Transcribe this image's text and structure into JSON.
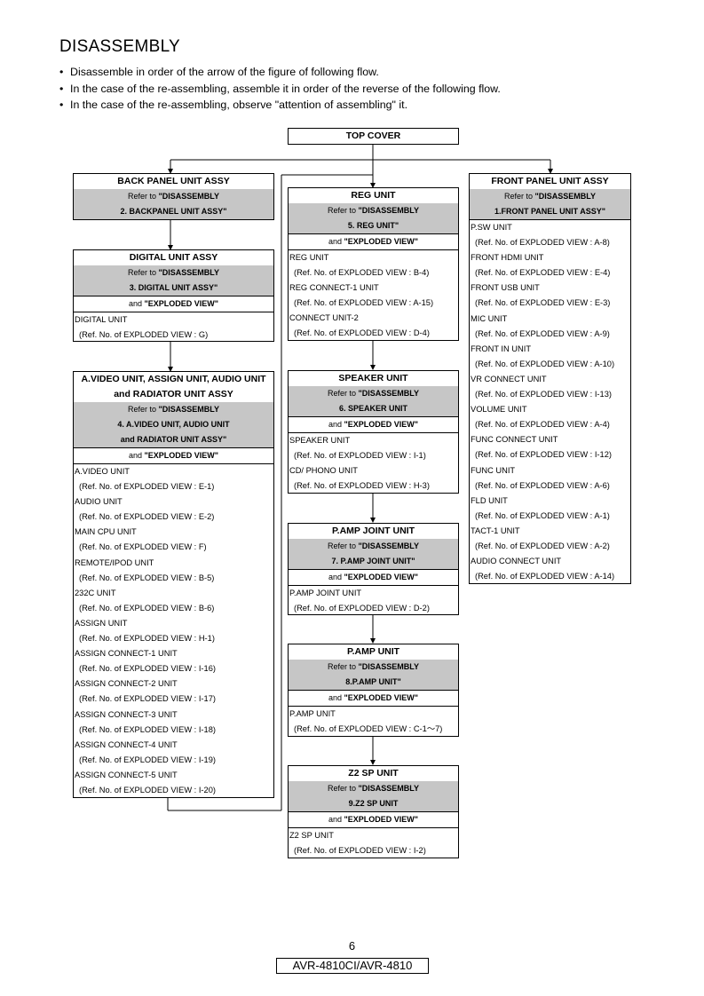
{
  "page": {
    "title": "DISASSEMBLY",
    "bullets": [
      "Disassemble in order of the arrow of the figure of following flow.",
      "In the case of the re-assembling, assemble it in order of the reverse of the following flow.",
      "In the case of the re-assembling, observe \"attention of assembling\" it."
    ],
    "top_cover": "TOP COVER",
    "page_number": "6",
    "model": "AVR-4810CI/AVR-4810"
  },
  "boxes": {
    "back_panel": {
      "title": [
        "BACK PANEL UNIT ASSY"
      ],
      "ref": [
        [
          "Refer to ",
          "\"DISASSEMBLY"
        ],
        [
          "",
          "2. BACKPANEL UNIT ASSY\""
        ]
      ],
      "items": []
    },
    "digital": {
      "title": [
        "DIGITAL UNIT ASSY"
      ],
      "ref": [
        [
          "Refer to ",
          "\"DISASSEMBLY"
        ],
        [
          "",
          "3. DIGITAL UNIT ASSY\""
        ],
        [
          "and ",
          "\"EXPLODED VIEW\""
        ]
      ],
      "items": [
        [
          "DIGITAL UNIT",
          "(Ref. No. of EXPLODED VIEW : G)"
        ]
      ]
    },
    "avideo": {
      "title": [
        "A.VIDEO UNIT, ASSIGN UNIT, AUDIO UNIT",
        "and RADIATOR UNIT ASSY"
      ],
      "ref": [
        [
          "Refer to ",
          "\"DISASSEMBLY"
        ],
        [
          "",
          "4. A.VIDEO UNIT, AUDIO UNIT"
        ],
        [
          "",
          "and RADIATOR UNIT ASSY\""
        ],
        [
          "and ",
          "\"EXPLODED VIEW\""
        ]
      ],
      "items": [
        [
          "A.VIDEO UNIT",
          "(Ref. No. of EXPLODED VIEW : E-1)"
        ],
        [
          "AUDIO UNIT",
          "(Ref. No. of EXPLODED VIEW : E-2)"
        ],
        [
          "MAIN CPU UNIT",
          "(Ref. No. of EXPLODED VIEW : F)"
        ],
        [
          "REMOTE/IPOD UNIT",
          "(Ref. No. of EXPLODED VIEW : B-5)"
        ],
        [
          "232C UNIT",
          "(Ref. No. of EXPLODED VIEW : B-6)"
        ],
        [
          "ASSIGN UNIT",
          "(Ref. No. of EXPLODED VIEW : H-1)"
        ],
        [
          "ASSIGN CONNECT-1 UNIT",
          "(Ref. No. of EXPLODED VIEW : I-16)"
        ],
        [
          "ASSIGN CONNECT-2 UNIT",
          "(Ref. No. of EXPLODED VIEW : I-17)"
        ],
        [
          "ASSIGN CONNECT-3 UNIT",
          "(Ref. No. of EXPLODED VIEW : I-18)"
        ],
        [
          "ASSIGN CONNECT-4 UNIT",
          "(Ref. No. of EXPLODED VIEW : I-19)"
        ],
        [
          "ASSIGN CONNECT-5 UNIT",
          "(Ref. No. of EXPLODED VIEW : I-20)"
        ]
      ]
    },
    "reg": {
      "title": [
        "REG UNIT"
      ],
      "ref": [
        [
          "Refer to ",
          "\"DISASSEMBLY"
        ],
        [
          "",
          "5. REG UNIT\""
        ],
        [
          "and ",
          "\"EXPLODED VIEW\""
        ]
      ],
      "items": [
        [
          "REG UNIT",
          "(Ref. No. of EXPLODED VIEW : B-4)"
        ],
        [
          "REG CONNECT-1 UNIT",
          "(Ref. No. of EXPLODED VIEW : A-15)"
        ],
        [
          "CONNECT UNIT-2",
          "(Ref. No. of EXPLODED VIEW : D-4)"
        ]
      ]
    },
    "speaker": {
      "title": [
        "SPEAKER UNIT"
      ],
      "ref": [
        [
          "Refer to ",
          "\"DISASSEMBLY"
        ],
        [
          "",
          "6. SPEAKER UNIT"
        ],
        [
          "and ",
          "\"EXPLODED VIEW\""
        ]
      ],
      "items": [
        [
          "SPEAKER UNIT",
          "(Ref. No. of EXPLODED VIEW : I-1)"
        ],
        [
          "CD/ PHONO UNIT",
          "(Ref. No. of EXPLODED VIEW : H-3)"
        ]
      ]
    },
    "pamp_joint": {
      "title": [
        "P.AMP JOINT UNIT"
      ],
      "ref": [
        [
          "Refer to ",
          "\"DISASSEMBLY"
        ],
        [
          "",
          "7. P.AMP JOINT UNIT\""
        ],
        [
          "and ",
          "\"EXPLODED VIEW\""
        ]
      ],
      "items": [
        [
          "P.AMP JOINT UNIT",
          "(Ref. No. of EXPLODED VIEW : D-2)"
        ]
      ]
    },
    "pamp": {
      "title": [
        "P.AMP UNIT"
      ],
      "ref": [
        [
          "Refer to ",
          "\"DISASSEMBLY"
        ],
        [
          "",
          "8.P.AMP UNIT\""
        ],
        [
          "and ",
          "\"EXPLODED VIEW\""
        ]
      ],
      "items": [
        [
          "P.AMP UNIT",
          "(Ref. No. of EXPLODED VIEW : C-1～7)"
        ]
      ]
    },
    "z2sp": {
      "title": [
        "Z2 SP UNIT"
      ],
      "ref": [
        [
          "Refer to ",
          "\"DISASSEMBLY"
        ],
        [
          "",
          "9.Z2 SP UNIT"
        ],
        [
          "and ",
          "\"EXPLODED VIEW\""
        ]
      ],
      "items": [
        [
          "Z2 SP UNIT",
          "(Ref. No. of EXPLODED VIEW : I-2)"
        ]
      ]
    },
    "front_panel": {
      "title": [
        "FRONT PANEL UNIT ASSY"
      ],
      "ref": [
        [
          "Refer to ",
          "\"DISASSEMBLY"
        ],
        [
          "",
          "1.FRONT PANEL UNIT ASSY\""
        ]
      ],
      "items": [
        [
          "P.SW UNIT",
          "(Ref. No. of EXPLODED VIEW : A-8)"
        ],
        [
          "FRONT HDMI UNIT",
          "(Ref. No. of EXPLODED VIEW : E-4)"
        ],
        [
          "FRONT USB UNIT",
          "(Ref. No. of EXPLODED VIEW : E-3)"
        ],
        [
          "MIC UNIT",
          "(Ref. No. of EXPLODED VIEW : A-9)"
        ],
        [
          "FRONT IN UNIT",
          "(Ref. No. of EXPLODED VIEW : A-10)"
        ],
        [
          "VR CONNECT UNIT",
          "(Ref. No. of EXPLODED VIEW : I-13)"
        ],
        [
          "VOLUME UNIT",
          "(Ref. No. of EXPLODED VIEW : A-4)"
        ],
        [
          "FUNC CONNECT UNIT",
          "(Ref. No. of EXPLODED VIEW : I-12)"
        ],
        [
          "FUNC UNIT",
          "(Ref. No. of EXPLODED VIEW : A-6)"
        ],
        [
          "FLD UNIT",
          "(Ref. No. of EXPLODED VIEW : A-1)"
        ],
        [
          "TACT-1 UNIT",
          "(Ref. No. of EXPLODED VIEW : A-2)"
        ],
        [
          "AUDIO CONNECT UNIT",
          "(Ref. No. of EXPLODED VIEW : A-14)"
        ]
      ]
    }
  }
}
